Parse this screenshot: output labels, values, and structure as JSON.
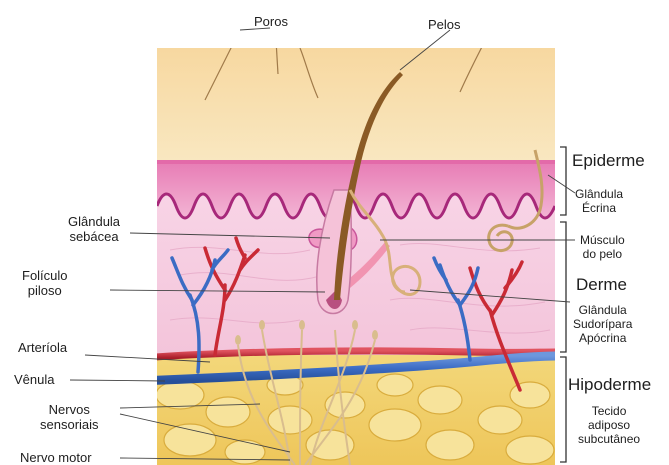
{
  "labels": {
    "poros": "Poros",
    "pelos": "Pelos",
    "glandula_sebacea": [
      "Glândula",
      "sebácea"
    ],
    "foliculo_piloso": [
      "Folículo",
      "piloso"
    ],
    "arteriola": "Arteríola",
    "venula": "Vênula",
    "nervos_sensoriais": [
      "Nervos",
      "sensoriais"
    ],
    "nervo_motor": "Nervo motor",
    "epiderme": "Epiderme",
    "glandula_ecrina": [
      "Glândula",
      "Écrina"
    ],
    "musculo_pelo": [
      "Músculo",
      "do pelo"
    ],
    "derme": "Derme",
    "glandula_apocrina": [
      "Glândula",
      "Sudorípara",
      "Apócrina"
    ],
    "hipoderme": "Hipoderme",
    "tecido_adiposo": [
      "Tecido",
      "adiposo",
      "subcutâneo"
    ]
  },
  "colors": {
    "surface": "#f7e0a8",
    "epidermis": "#f1a9cf",
    "dermis": "#f6cde2",
    "hypodermis": "#f0cf6a",
    "artery": "#c92a35",
    "vein": "#3b6cc4",
    "hair": "#8a5a25",
    "nerve": "#e2c79a"
  }
}
